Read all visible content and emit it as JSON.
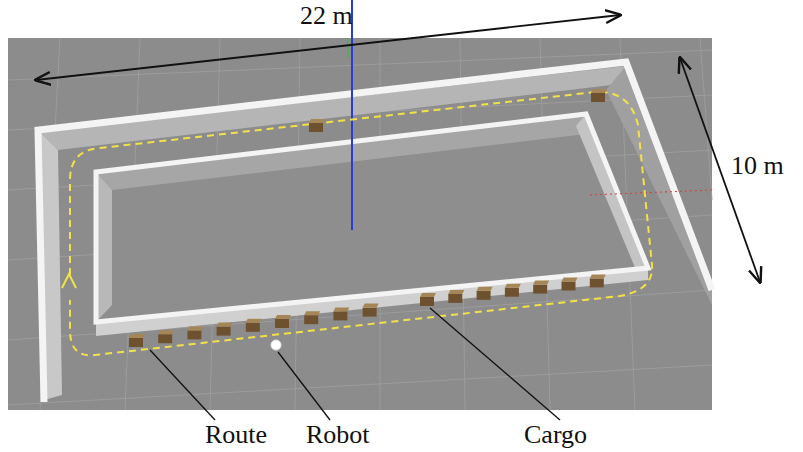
{
  "diagram": {
    "labels": [
      "22 m",
      "10 m",
      "Route",
      "Robot",
      "Cargo"
    ]
  }
}
